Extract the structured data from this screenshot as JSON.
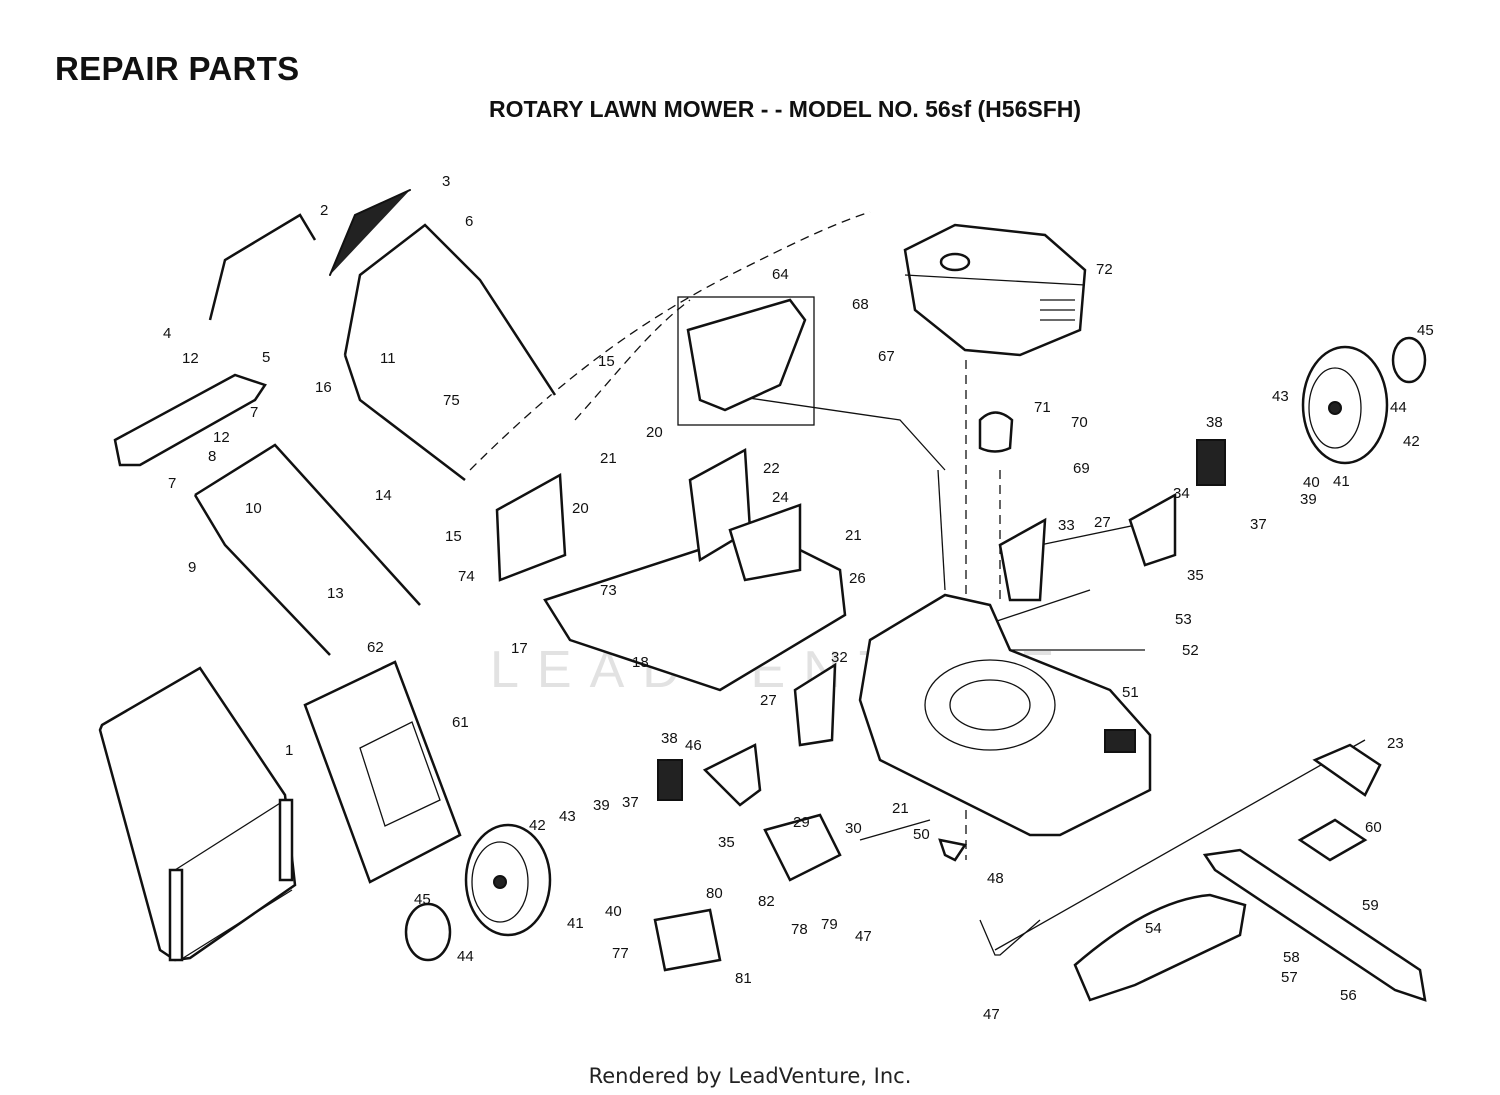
{
  "header": {
    "title": "REPAIR PARTS",
    "subtitle": "ROTARY LAWN MOWER - - MODEL NO. 56sf (H56SFH)"
  },
  "watermark": "LEADVENTURE",
  "footer": "Rendered by LeadVenture, Inc.",
  "callouts": [
    {
      "id": "c1",
      "label": "1"
    },
    {
      "id": "c2",
      "label": "2"
    },
    {
      "id": "c3",
      "label": "3"
    },
    {
      "id": "c4",
      "label": "4"
    },
    {
      "id": "c5",
      "label": "5"
    },
    {
      "id": "c6",
      "label": "6"
    },
    {
      "id": "c7a",
      "label": "7"
    },
    {
      "id": "c7b",
      "label": "7"
    },
    {
      "id": "c8",
      "label": "8"
    },
    {
      "id": "c9",
      "label": "9"
    },
    {
      "id": "c10",
      "label": "10"
    },
    {
      "id": "c11",
      "label": "11"
    },
    {
      "id": "c12a",
      "label": "12"
    },
    {
      "id": "c12b",
      "label": "12"
    },
    {
      "id": "c13",
      "label": "13"
    },
    {
      "id": "c14",
      "label": "14"
    },
    {
      "id": "c15a",
      "label": "15"
    },
    {
      "id": "c15b",
      "label": "15"
    },
    {
      "id": "c16",
      "label": "16"
    },
    {
      "id": "c17",
      "label": "17"
    },
    {
      "id": "c18",
      "label": "18"
    },
    {
      "id": "c20a",
      "label": "20"
    },
    {
      "id": "c20b",
      "label": "20"
    },
    {
      "id": "c21a",
      "label": "21"
    },
    {
      "id": "c21b",
      "label": "21"
    },
    {
      "id": "c21c",
      "label": "21"
    },
    {
      "id": "c22",
      "label": "22"
    },
    {
      "id": "c23",
      "label": "23"
    },
    {
      "id": "c24",
      "label": "24"
    },
    {
      "id": "c26",
      "label": "26"
    },
    {
      "id": "c27a",
      "label": "27"
    },
    {
      "id": "c27b",
      "label": "27"
    },
    {
      "id": "c29",
      "label": "29"
    },
    {
      "id": "c30",
      "label": "30"
    },
    {
      "id": "c32",
      "label": "32"
    },
    {
      "id": "c33",
      "label": "33"
    },
    {
      "id": "c34",
      "label": "34"
    },
    {
      "id": "c35a",
      "label": "35"
    },
    {
      "id": "c35b",
      "label": "35"
    },
    {
      "id": "c37a",
      "label": "37"
    },
    {
      "id": "c37b",
      "label": "37"
    },
    {
      "id": "c38a",
      "label": "38"
    },
    {
      "id": "c38b",
      "label": "38"
    },
    {
      "id": "c39a",
      "label": "39"
    },
    {
      "id": "c39b",
      "label": "39"
    },
    {
      "id": "c40a",
      "label": "40"
    },
    {
      "id": "c40b",
      "label": "40"
    },
    {
      "id": "c41a",
      "label": "41"
    },
    {
      "id": "c41b",
      "label": "41"
    },
    {
      "id": "c42a",
      "label": "42"
    },
    {
      "id": "c42b",
      "label": "42"
    },
    {
      "id": "c43a",
      "label": "43"
    },
    {
      "id": "c43b",
      "label": "43"
    },
    {
      "id": "c44a",
      "label": "44"
    },
    {
      "id": "c44b",
      "label": "44"
    },
    {
      "id": "c45a",
      "label": "45"
    },
    {
      "id": "c45b",
      "label": "45"
    },
    {
      "id": "c46",
      "label": "46"
    },
    {
      "id": "c47a",
      "label": "47"
    },
    {
      "id": "c47b",
      "label": "47"
    },
    {
      "id": "c48",
      "label": "48"
    },
    {
      "id": "c50",
      "label": "50"
    },
    {
      "id": "c51",
      "label": "51"
    },
    {
      "id": "c52",
      "label": "52"
    },
    {
      "id": "c53",
      "label": "53"
    },
    {
      "id": "c54",
      "label": "54"
    },
    {
      "id": "c56",
      "label": "56"
    },
    {
      "id": "c57",
      "label": "57"
    },
    {
      "id": "c58",
      "label": "58"
    },
    {
      "id": "c59",
      "label": "59"
    },
    {
      "id": "c60",
      "label": "60"
    },
    {
      "id": "c61",
      "label": "61"
    },
    {
      "id": "c62",
      "label": "62"
    },
    {
      "id": "c64",
      "label": "64"
    },
    {
      "id": "c67",
      "label": "67"
    },
    {
      "id": "c68",
      "label": "68"
    },
    {
      "id": "c69",
      "label": "69"
    },
    {
      "id": "c70",
      "label": "70"
    },
    {
      "id": "c71",
      "label": "71"
    },
    {
      "id": "c72",
      "label": "72"
    },
    {
      "id": "c73",
      "label": "73"
    },
    {
      "id": "c74",
      "label": "74"
    },
    {
      "id": "c75",
      "label": "75"
    },
    {
      "id": "c77",
      "label": "77"
    },
    {
      "id": "c78",
      "label": "78"
    },
    {
      "id": "c79",
      "label": "79"
    },
    {
      "id": "c80",
      "label": "80"
    },
    {
      "id": "c81",
      "label": "81"
    },
    {
      "id": "c82",
      "label": "82"
    }
  ]
}
